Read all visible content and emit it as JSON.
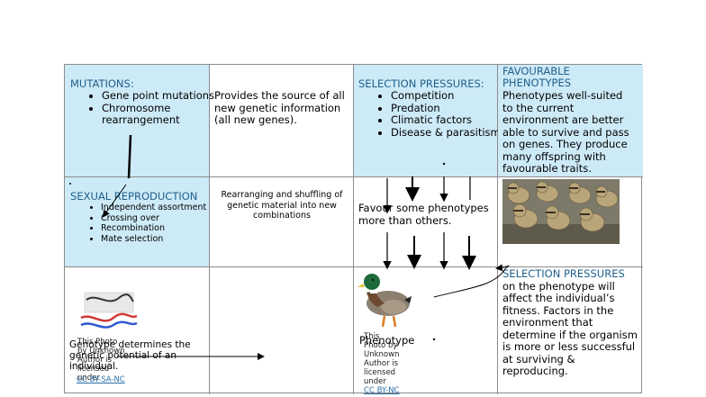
{
  "cells": {
    "mutations": {
      "heading": "MUTATIONS:",
      "items": [
        "Gene point mutations",
        "Chromosome rearrangement"
      ]
    },
    "mutation_effect": "Provides the source of all new genetic information\n(all new genes).",
    "selection_pressures_top": {
      "heading": "SELECTION PRESSURES:",
      "items": [
        "Competition",
        "Predation",
        "Climatic factors",
        "Disease & parasitism"
      ]
    },
    "favourable": {
      "heading": "FAVOURABLE PHENOTYPES",
      "body": "Phenotypes well-suited to the current environment are better able to survive and pass on genes. They produce many offspring with favourable traits."
    },
    "sexual_reproduction": {
      "heading": "SEXUAL REPRODUCTION",
      "items": [
        "Independent assortment",
        "Crossing over",
        "Recombination",
        "Mate selection"
      ]
    },
    "rearranging": "Rearranging and shuffling of genetic material into new combinations",
    "favour": "Favour some phenotypes more than others.",
    "selection_pressures_bottom": {
      "heading": "SELECTION PRESSURES",
      "body": "on the phenotype will affect the individual’s fitness. Factors in the environment that determine if the organism is more or less successful at surviving & reproducing."
    },
    "genotype": "Genotype determines the genetic potential of an individual.",
    "phenotype": "Phenotype"
  },
  "credits": {
    "dna": {
      "text": "This Photo by Unknown Author is licensed under",
      "link": "CC BY-SA-NC"
    },
    "duck": {
      "text": "This Photo by Unknown Author is licensed under",
      "link": "CC BY-NC"
    }
  },
  "colors": {
    "cell_blue": "#cdeaf7",
    "heading_blue": "#1f5f8b",
    "border": "#8c8c8c"
  },
  "icons": {
    "ducklings_photo": "ducklings-photo",
    "mallard_photo": "mallard-duck-photo",
    "dna_photo": "chromosome-crossover-photo"
  }
}
